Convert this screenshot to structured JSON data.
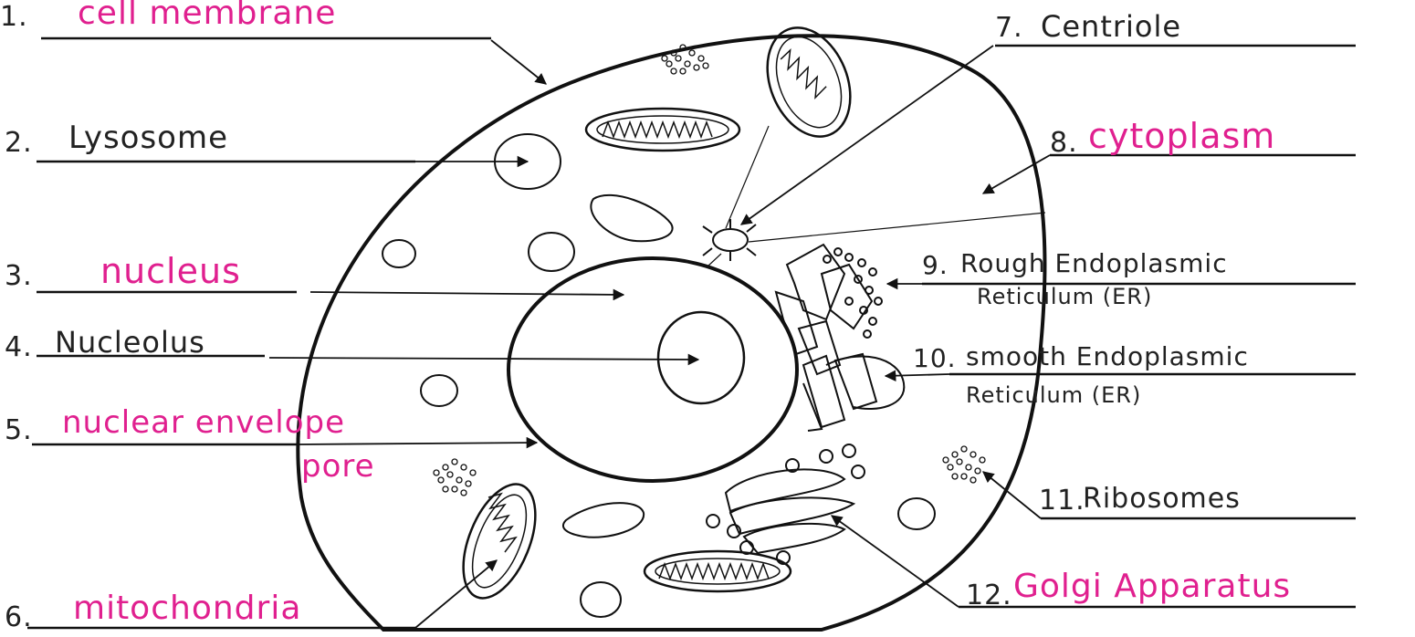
{
  "colors": {
    "ink": "#111111",
    "answer": "#e0208f",
    "paper": "#ffffff"
  },
  "labels": [
    {
      "num": "1.",
      "text": "cell membrane",
      "answer": true
    },
    {
      "num": "2.",
      "text": "Lysosome",
      "answer": false
    },
    {
      "num": "3.",
      "text": "nucleus",
      "answer": true
    },
    {
      "num": "4.",
      "text": "Nucleolus",
      "answer": false
    },
    {
      "num": "5.",
      "text": "nuclear envelope",
      "extra": "pore",
      "answer": true
    },
    {
      "num": "6.",
      "text": "mitochondria",
      "answer": true
    },
    {
      "num": "7.",
      "text": "Centriole",
      "answer": false
    },
    {
      "num": "8.",
      "text": "cytoplasm",
      "answer": true
    },
    {
      "num": "9.",
      "text": "Rough Endoplasmic",
      "line2": "Reticulum (ER)",
      "answer": false
    },
    {
      "num": "10.",
      "text": "smooth Endoplasmic",
      "line2": "Reticulum (ER)",
      "answer": false
    },
    {
      "num": "11.",
      "text": "Ribosomes",
      "answer": false
    },
    {
      "num": "12.",
      "text": "Golgi Apparatus",
      "answer": true
    }
  ]
}
